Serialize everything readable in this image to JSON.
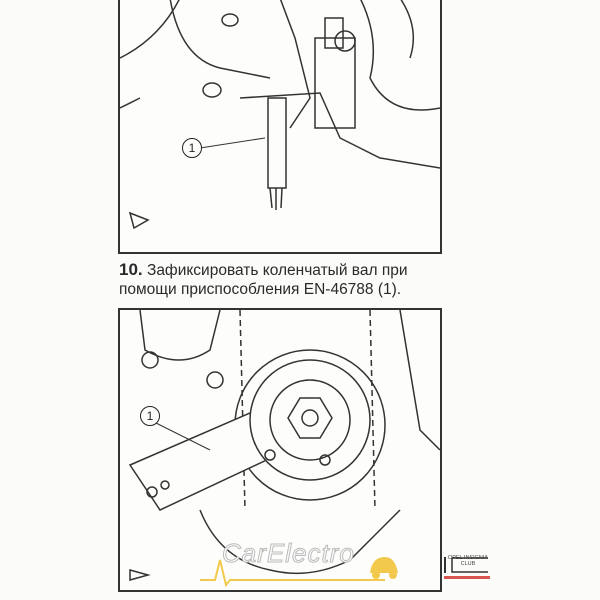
{
  "step": {
    "number": "10.",
    "text": "Зафиксировать коленчатый вал при помощи приспособления EN-46788 (1)."
  },
  "figures": {
    "top": {
      "callout": "1"
    },
    "bottom": {
      "callout": "1"
    }
  },
  "watermark": {
    "text": "CarElectro"
  },
  "logo": {
    "mark": "IC",
    "line1": "OPEL INSIGNIA",
    "line2": "CLUB",
    "accent": "#d9534f"
  },
  "colors": {
    "car": "#f2c94c",
    "line": "#333333"
  }
}
